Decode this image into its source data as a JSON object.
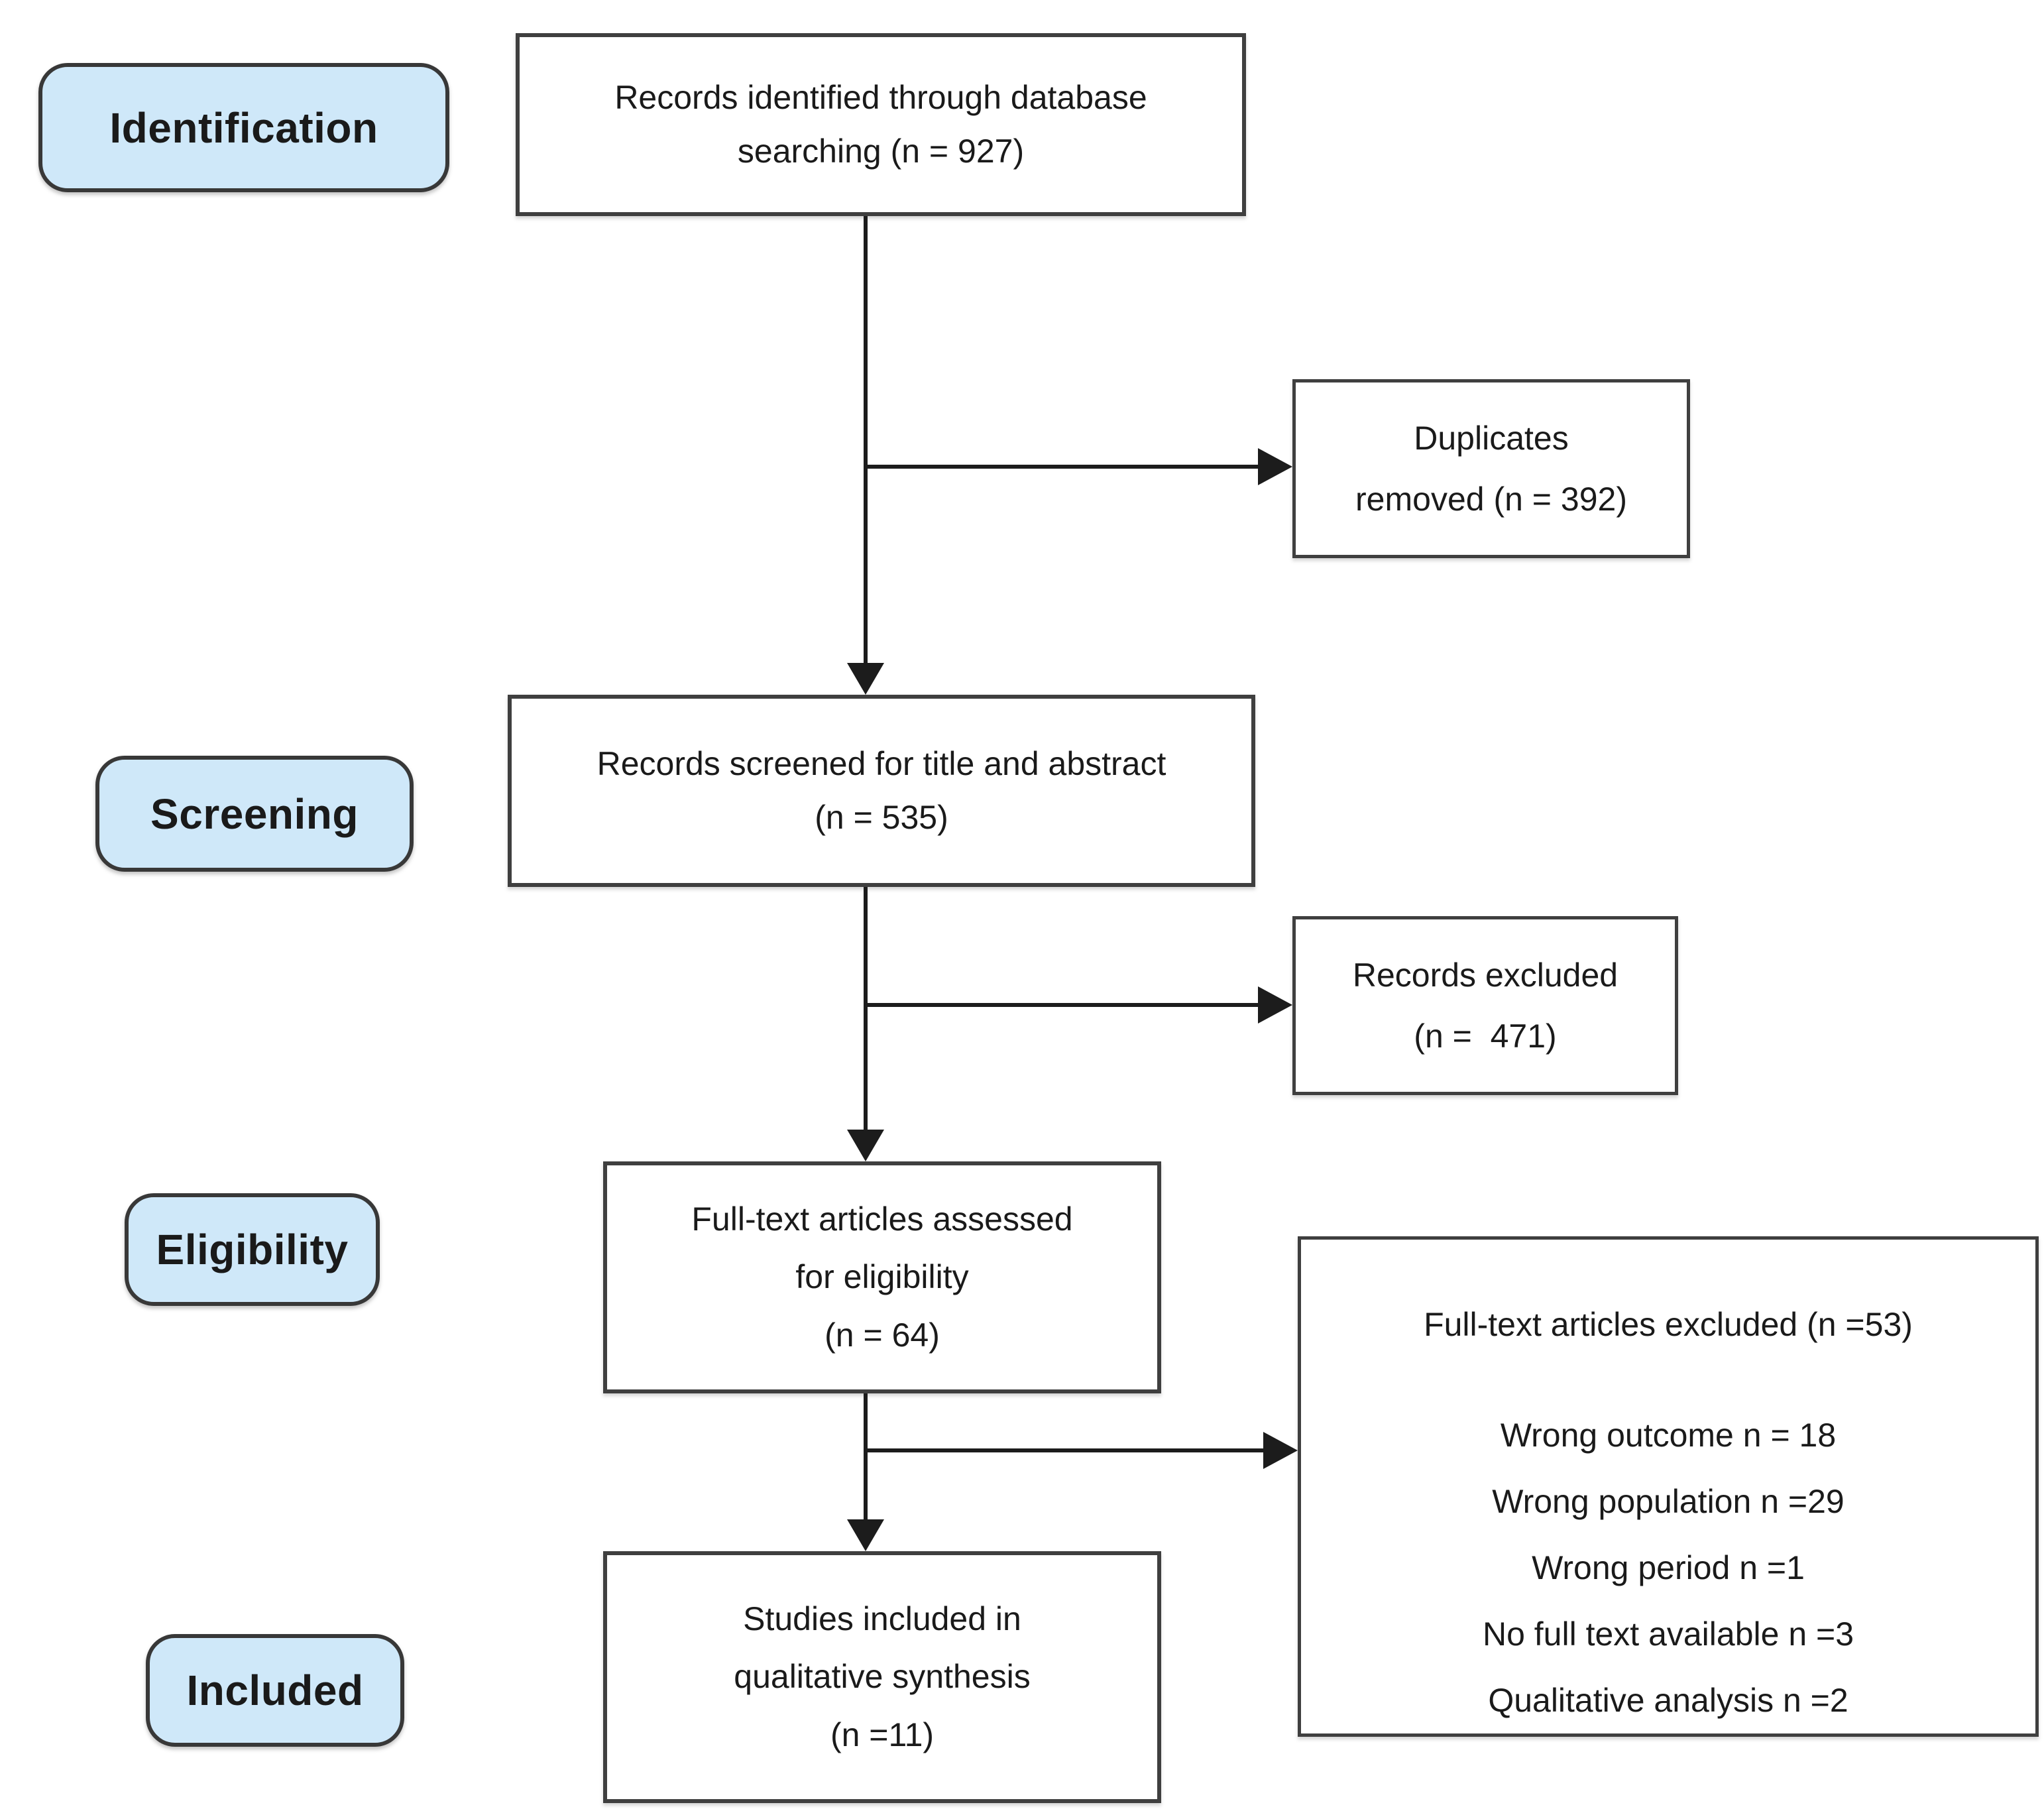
{
  "stages": [
    {
      "label": "Identification"
    },
    {
      "label": "Screening"
    },
    {
      "label": "Eligibility"
    },
    {
      "label": "Included"
    }
  ],
  "flow_boxes": {
    "identified": {
      "lines": [
        "Records identified through database",
        "searching (n = 927)"
      ]
    },
    "screened": {
      "lines": [
        "Records screened for title and abstract",
        "(n = 535)"
      ]
    },
    "fulltext": {
      "lines": [
        "Full-text articles assessed",
        "for eligibility",
        "(n = 64)"
      ]
    },
    "included": {
      "lines": [
        "Studies included in",
        "qualitative synthesis",
        "(n =11)"
      ]
    }
  },
  "exclusion_boxes": {
    "duplicates": {
      "lines": [
        "Duplicates",
        "removed (n = 392)"
      ]
    },
    "records_excluded": {
      "lines": [
        "Records excluded",
        "(n =  471)"
      ]
    },
    "fulltext_excluded": {
      "title": "Full-text articles excluded (n =53)",
      "reasons": [
        "Wrong outcome n = 18",
        "Wrong population n =29",
        "Wrong period n =1",
        "No full text available n =3",
        "Qualitative analysis n =2"
      ]
    }
  },
  "colors": {
    "stage_fill": "#cfe8f9",
    "stage_border": "#383838",
    "box_border": "#3f3f3f",
    "connector": "#1c1c1c",
    "background": "#ffffff",
    "text": "#1a1a1a"
  }
}
